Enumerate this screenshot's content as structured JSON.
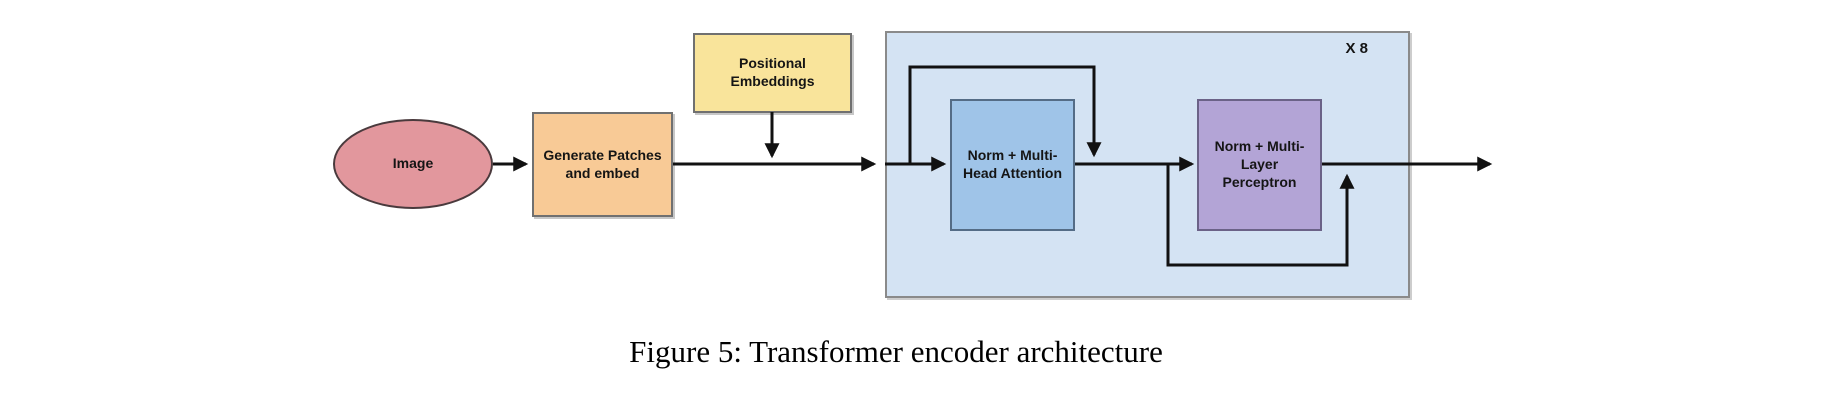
{
  "figure": {
    "caption": "Figure 5: Transformer encoder architecture"
  },
  "diagram": {
    "repeat_label": "X 8",
    "colors": {
      "image_ellipse": "#e2979d",
      "generate_patches_box": "#f8ca96",
      "positional_embeddings_box": "#f9e49b",
      "encoder_container": "#d4e3f3",
      "attention_box": "#9fc4e8",
      "mlp_box": "#b3a4d6",
      "connector_line": "#111111"
    },
    "nodes": {
      "image": {
        "label": "Image",
        "shape": "ellipse"
      },
      "generate_patches": {
        "label": "Generate Patches and embed",
        "shape": "rect"
      },
      "positional_embeddings": {
        "label": "Positional Embeddings",
        "shape": "rect"
      },
      "encoder_block": {
        "label": "X 8",
        "shape": "group"
      },
      "norm_multi_head_attention": {
        "label": "Norm + Multi-Head Attention",
        "shape": "rect"
      },
      "norm_multi_layer_perceptron": {
        "label": "Norm + Multi-Layer Perceptron",
        "shape": "rect"
      }
    },
    "edges": [
      {
        "from": "image",
        "to": "generate_patches"
      },
      {
        "from": "generate_patches",
        "to": "encoder_block"
      },
      {
        "from": "positional_embeddings",
        "to": "main_flow"
      },
      {
        "from": "encoder_input",
        "to": "norm_multi_head_attention"
      },
      {
        "from": "encoder_input",
        "to": "attention_output",
        "type": "residual_skip_over"
      },
      {
        "from": "norm_multi_head_attention",
        "to": "norm_multi_layer_perceptron"
      },
      {
        "from": "attention_output",
        "to": "mlp_output",
        "type": "residual_skip_under"
      },
      {
        "from": "norm_multi_layer_perceptron",
        "to": "encoder_output"
      }
    ]
  }
}
